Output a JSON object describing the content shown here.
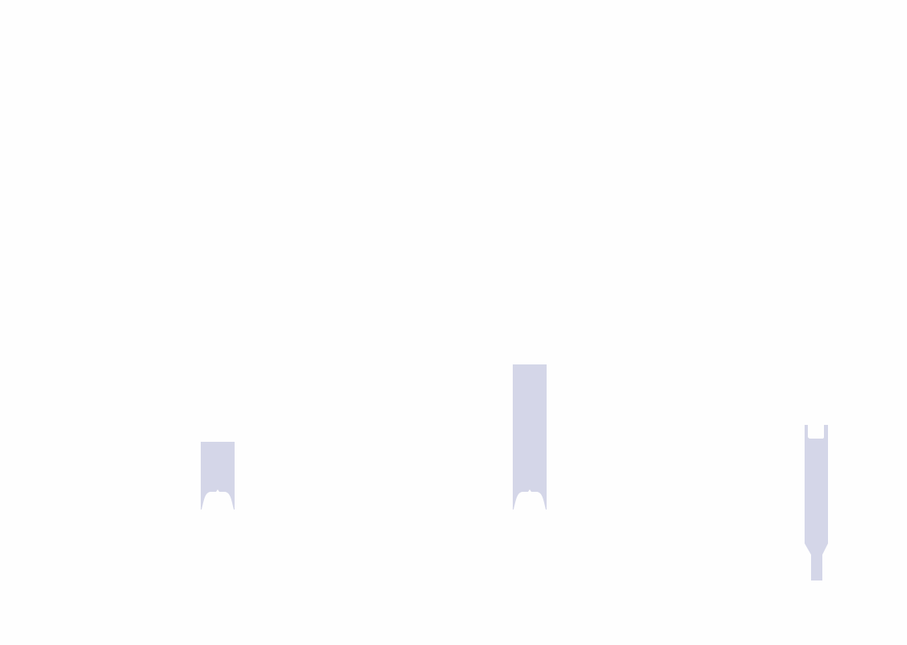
{
  "colors": {
    "background": "#fefefe",
    "shape_fill": "#d4d6e8"
  },
  "shapes": [
    {
      "kind": "short-bar-with-notched-base"
    },
    {
      "kind": "tall-bar-with-notched-base"
    },
    {
      "kind": "narrow-tuning-fork-shape"
    }
  ]
}
